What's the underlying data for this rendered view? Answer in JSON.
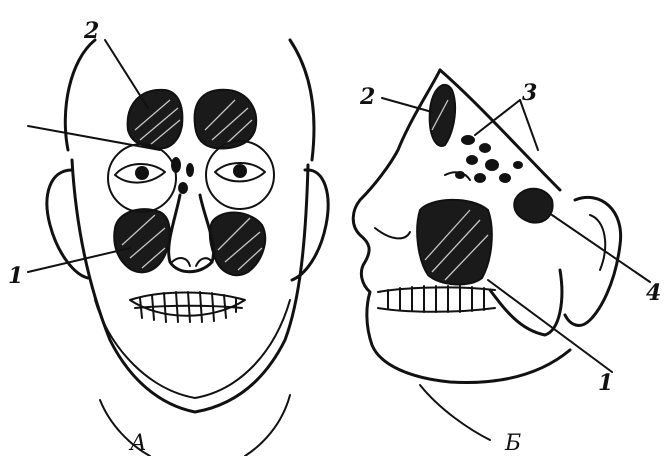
{
  "labels": {
    "front_1": "1",
    "front_2": "2",
    "side_1": "1",
    "side_2": "2",
    "side_3": "3",
    "side_4": "4"
  },
  "captions": {
    "front": "А",
    "side": "Б"
  }
}
